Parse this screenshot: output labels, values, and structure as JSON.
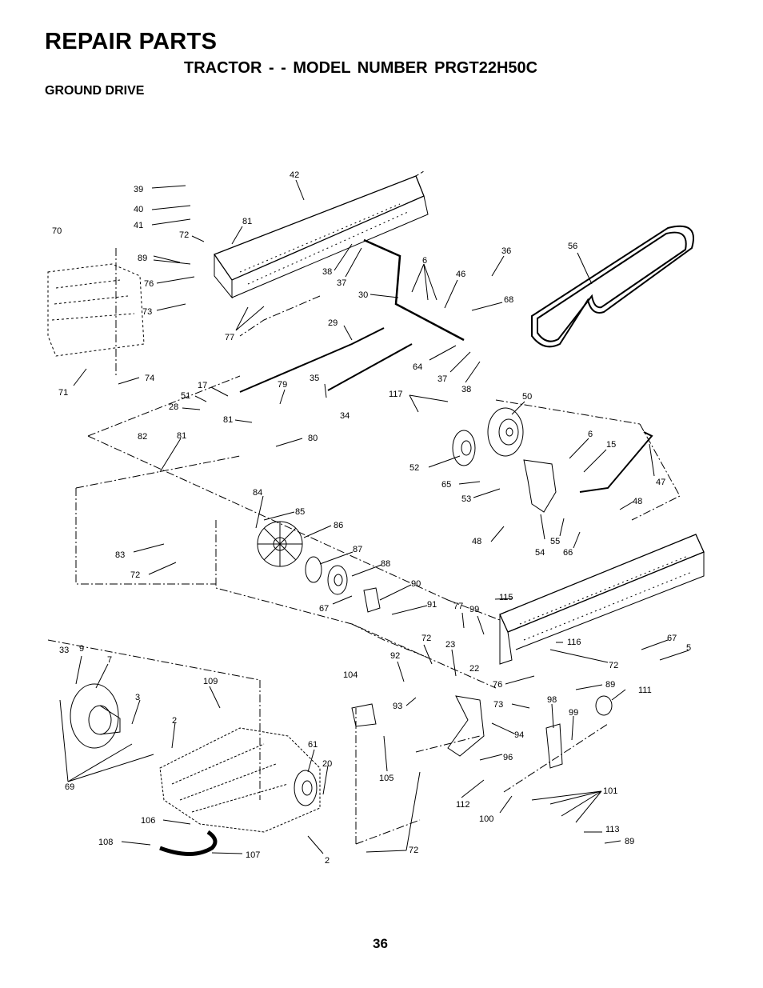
{
  "header": {
    "title": "REPAIR PARTS",
    "subtitle": "TRACTOR - - MODEL NUMBER PRGT22H50C",
    "section": "GROUND DRIVE"
  },
  "footer": {
    "page_number": "36"
  },
  "callouts": [
    {
      "id": "c42",
      "text": "42"
    },
    {
      "id": "c39",
      "text": "39"
    },
    {
      "id": "c40",
      "text": "40"
    },
    {
      "id": "c41",
      "text": "41"
    },
    {
      "id": "c81a",
      "text": "81"
    },
    {
      "id": "c70",
      "text": "70"
    },
    {
      "id": "c72a",
      "text": "72"
    },
    {
      "id": "c89a",
      "text": "89"
    },
    {
      "id": "c76a",
      "text": "76"
    },
    {
      "id": "c73a",
      "text": "73"
    },
    {
      "id": "c77a",
      "text": "77"
    },
    {
      "id": "c38a",
      "text": "38"
    },
    {
      "id": "c37a",
      "text": "37"
    },
    {
      "id": "c6a",
      "text": "6"
    },
    {
      "id": "c36",
      "text": "36"
    },
    {
      "id": "c56",
      "text": "56"
    },
    {
      "id": "c46",
      "text": "46"
    },
    {
      "id": "c30",
      "text": "30"
    },
    {
      "id": "c68",
      "text": "68"
    },
    {
      "id": "c29",
      "text": "29"
    },
    {
      "id": "c64",
      "text": "64"
    },
    {
      "id": "c37b",
      "text": "37"
    },
    {
      "id": "c38b",
      "text": "38"
    },
    {
      "id": "c71",
      "text": "71"
    },
    {
      "id": "c74",
      "text": "74"
    },
    {
      "id": "c17",
      "text": "17"
    },
    {
      "id": "c51",
      "text": "51"
    },
    {
      "id": "c28",
      "text": "28"
    },
    {
      "id": "c79",
      "text": "79"
    },
    {
      "id": "c35",
      "text": "35"
    },
    {
      "id": "c34",
      "text": "34"
    },
    {
      "id": "c117",
      "text": "117"
    },
    {
      "id": "c50",
      "text": "50"
    },
    {
      "id": "c81b",
      "text": "81"
    },
    {
      "id": "c82",
      "text": "82"
    },
    {
      "id": "c81c",
      "text": "81"
    },
    {
      "id": "c80",
      "text": "80"
    },
    {
      "id": "c6b",
      "text": "6"
    },
    {
      "id": "c15",
      "text": "15"
    },
    {
      "id": "c52",
      "text": "52"
    },
    {
      "id": "c47",
      "text": "47"
    },
    {
      "id": "c65",
      "text": "65"
    },
    {
      "id": "c53",
      "text": "53"
    },
    {
      "id": "c48a",
      "text": "48"
    },
    {
      "id": "c84",
      "text": "84"
    },
    {
      "id": "c85",
      "text": "85"
    },
    {
      "id": "c86",
      "text": "86"
    },
    {
      "id": "c48b",
      "text": "48"
    },
    {
      "id": "c54",
      "text": "54"
    },
    {
      "id": "c55",
      "text": "55"
    },
    {
      "id": "c66",
      "text": "66"
    },
    {
      "id": "c83",
      "text": "83"
    },
    {
      "id": "c87",
      "text": "87"
    },
    {
      "id": "c72b",
      "text": "72"
    },
    {
      "id": "c88",
      "text": "88"
    },
    {
      "id": "c90",
      "text": "90"
    },
    {
      "id": "c67a",
      "text": "67"
    },
    {
      "id": "c91",
      "text": "91"
    },
    {
      "id": "c115",
      "text": "115"
    },
    {
      "id": "c77b",
      "text": "77"
    },
    {
      "id": "c99a",
      "text": "99"
    },
    {
      "id": "c33",
      "text": "33"
    },
    {
      "id": "c9",
      "text": "9"
    },
    {
      "id": "c7",
      "text": "7"
    },
    {
      "id": "c72c",
      "text": "72"
    },
    {
      "id": "c92",
      "text": "92"
    },
    {
      "id": "c23",
      "text": "23"
    },
    {
      "id": "c116",
      "text": "116"
    },
    {
      "id": "c67b",
      "text": "67"
    },
    {
      "id": "c5",
      "text": "5"
    },
    {
      "id": "c72d",
      "text": "72"
    },
    {
      "id": "c104",
      "text": "104"
    },
    {
      "id": "c22",
      "text": "22"
    },
    {
      "id": "c76b",
      "text": "76"
    },
    {
      "id": "c89b",
      "text": "89"
    },
    {
      "id": "c109",
      "text": "109"
    },
    {
      "id": "c3",
      "text": "3"
    },
    {
      "id": "c111",
      "text": "111"
    },
    {
      "id": "c93",
      "text": "93"
    },
    {
      "id": "c73b",
      "text": "73"
    },
    {
      "id": "c98",
      "text": "98"
    },
    {
      "id": "c99b",
      "text": "99"
    },
    {
      "id": "c2a",
      "text": "2"
    },
    {
      "id": "c94",
      "text": "94"
    },
    {
      "id": "c61",
      "text": "61"
    },
    {
      "id": "c105",
      "text": "105"
    },
    {
      "id": "c20",
      "text": "20"
    },
    {
      "id": "c96",
      "text": "96"
    },
    {
      "id": "c69",
      "text": "69"
    },
    {
      "id": "c101",
      "text": "101"
    },
    {
      "id": "c112",
      "text": "112"
    },
    {
      "id": "c100",
      "text": "100"
    },
    {
      "id": "c106",
      "text": "106"
    },
    {
      "id": "c113",
      "text": "113"
    },
    {
      "id": "c108",
      "text": "108"
    },
    {
      "id": "c107",
      "text": "107"
    },
    {
      "id": "c72e",
      "text": "72"
    },
    {
      "id": "c2b",
      "text": "2"
    },
    {
      "id": "c89c",
      "text": "89"
    }
  ]
}
